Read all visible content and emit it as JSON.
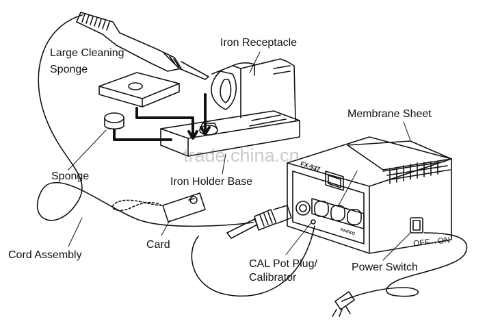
{
  "labels": {
    "large_cleaning_sponge_line1": "Large Cleaning",
    "large_cleaning_sponge_line2": "Sponge",
    "iron_receptacle": "Iron Receptacle",
    "membrane_sheet": "Membrane Sheet",
    "sponge": "Sponge",
    "iron_holder_base": "Iron Holder Base",
    "card": "Card",
    "cord_assembly": "Cord Assembly",
    "cal_pot_plug_line1": "CAL Pot Plug/",
    "cal_pot_plug_line2": "Calibrator",
    "power_switch": "Power Switch",
    "off_on": "OFF↔ON"
  },
  "device_markings": {
    "model": "FX-937",
    "brand": "HAKKO"
  },
  "watermark": "trade.china.cn",
  "colors": {
    "line": "#111111",
    "background": "#ffffff"
  }
}
